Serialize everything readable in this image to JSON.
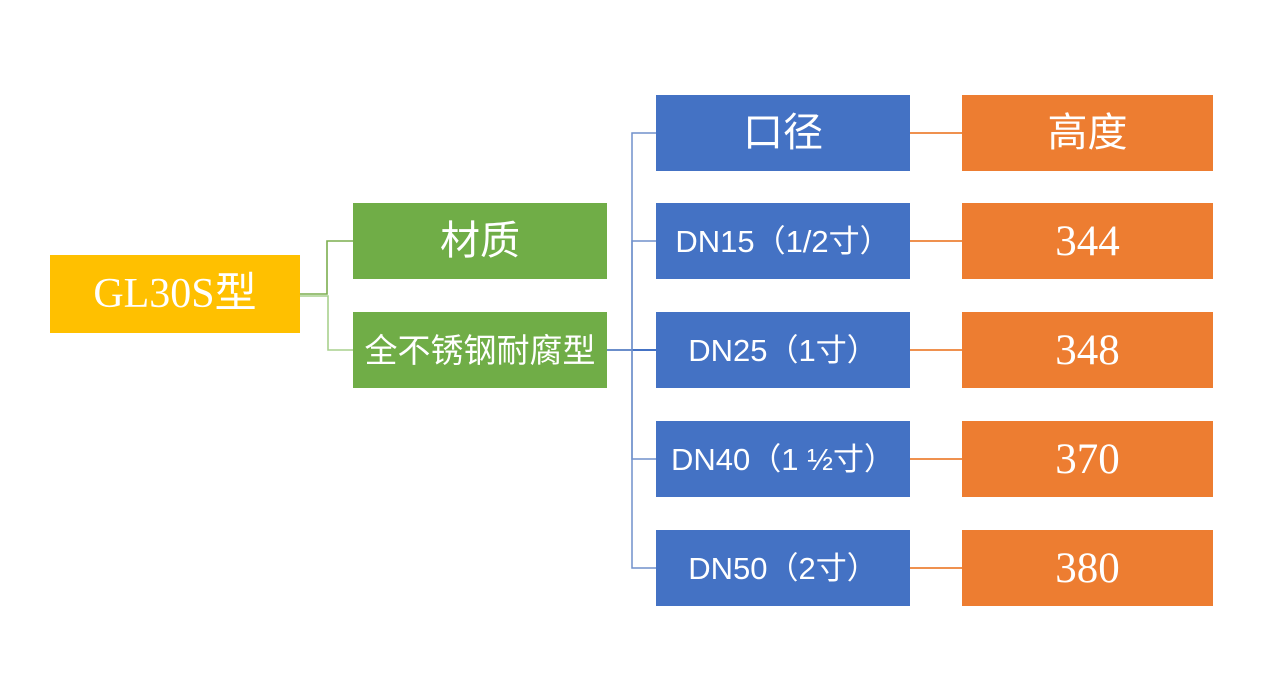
{
  "diagram": {
    "root": {
      "label": "GL30S型"
    },
    "material": {
      "header": "材质",
      "value": "全不锈钢耐腐型"
    },
    "columns": {
      "diameter_header": "口径",
      "height_header": "高度"
    },
    "rows": [
      {
        "diameter": "DN15（1/2寸）",
        "height": "344"
      },
      {
        "diameter": "DN25（1寸）",
        "height": "348"
      },
      {
        "diameter": "DN40（1 ½寸）",
        "height": "370"
      },
      {
        "diameter": "DN50（2寸）",
        "height": "380"
      }
    ]
  },
  "colors": {
    "root_bg": "#FFC000",
    "material_bg": "#70AD47",
    "diameter_bg": "#4472C4",
    "height_bg": "#ED7D31",
    "text": "#FFFFFF",
    "connector_green_dark": "#7CAE4F",
    "connector_green_light": "#A9D18E",
    "connector_blue": "#7191CB",
    "connector_blue_dark": "#4472C4",
    "connector_orange": "#EF914F"
  }
}
